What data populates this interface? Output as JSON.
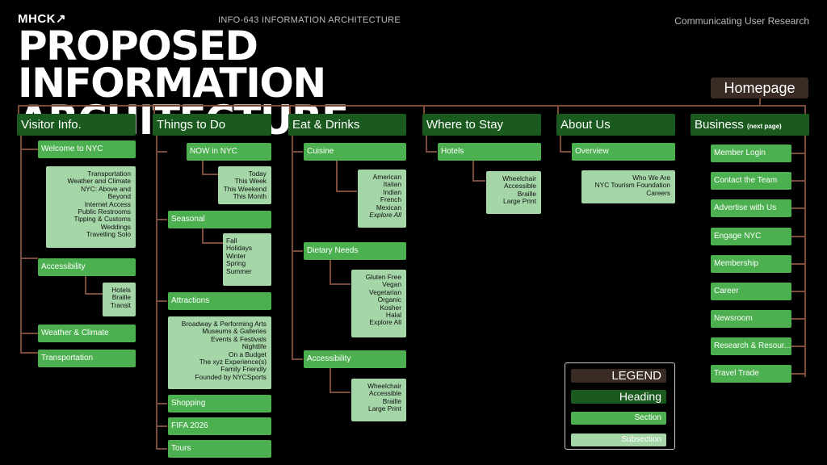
{
  "header": {
    "logo": "MHCK↗",
    "course": "INFO-643 INFORMATION ARCHITECTURE",
    "topic": "Communicating User Research",
    "title_line1": "PROPOSED INFORMATION",
    "title_line2": "ARCHITECTURE"
  },
  "homepage": "Homepage",
  "columns": {
    "visitor": {
      "heading": "Visitor Info.",
      "welcome": "Welcome to NYC",
      "welcome_items": [
        "Transportation",
        "Weather and Climate",
        "NYC: Above and",
        "Beyond",
        "Internet Access",
        "Public Restrooms",
        "Tipping & Customs",
        "Weddings",
        "Travelling Solo"
      ],
      "accessibility": "Accessibility",
      "accessibility_items": [
        "Hotels",
        "Braille",
        "Transit"
      ],
      "weather": "Weather & Climate",
      "transportation": "Transportation"
    },
    "things": {
      "heading": "Things to Do",
      "now": "NOW in NYC",
      "now_items": [
        "Today",
        "This Week",
        "This Weekend",
        "This Month"
      ],
      "seasonal": "Seasonal",
      "seasonal_items": [
        "Fall",
        "Holidays",
        "Winter",
        "Spring",
        "Summer"
      ],
      "attractions": "Attractions",
      "attractions_items": [
        "Broadway & Performing Arts",
        "Museums & Galleries",
        "Events & Festivals",
        "Nightlife",
        "On a Budget",
        "The xyz Experience(s)",
        "Family Friendly",
        "Founded by NYCSports"
      ],
      "shopping": "Shopping",
      "fifa": "FIFA 2026",
      "tours": "Tours"
    },
    "eat": {
      "heading": "Eat & Drinks",
      "cuisine": "Cuisine",
      "cuisine_items": [
        "American",
        "Italian",
        "Indian",
        "French",
        "Mexican",
        "Explore All"
      ],
      "dietary": "Dietary Needs",
      "dietary_items": [
        "Gluten Free",
        "Vegan",
        "Vegetarian",
        "Organic",
        "Kosher",
        "Halal",
        "Explore All"
      ],
      "accessibility": "Accessibility",
      "accessibility_items": [
        "Wheelchair",
        "Accessible",
        "Braille",
        "Large Print"
      ]
    },
    "stay": {
      "heading": "Where to Stay",
      "hotels": "Hotels",
      "hotels_items": [
        "Wheelchair",
        "Accessible",
        "Braille",
        "Large Print"
      ]
    },
    "about": {
      "heading": "About Us",
      "overview": "Overview",
      "overview_items": [
        "Who We Are",
        "NYC Tourism Foundation",
        "Careers"
      ]
    },
    "business": {
      "heading": "Business",
      "heading_note": "(next page)",
      "items": [
        "Member Login",
        "Contact the Team",
        "Advertise with Us",
        "Engage NYC",
        "Membership",
        "Career",
        "Newsroom",
        "Research & Resour...",
        "Travel Trade"
      ]
    }
  },
  "legend": {
    "title": "LEGEND",
    "heading": "Heading",
    "section": "Section",
    "subsection": "Subsection"
  },
  "colors": {
    "homepage": "#3a2b25",
    "heading": "#1b5a1f",
    "section": "#4caf50",
    "subsection": "#a5d6a7",
    "connector": "#7a4a3a"
  }
}
